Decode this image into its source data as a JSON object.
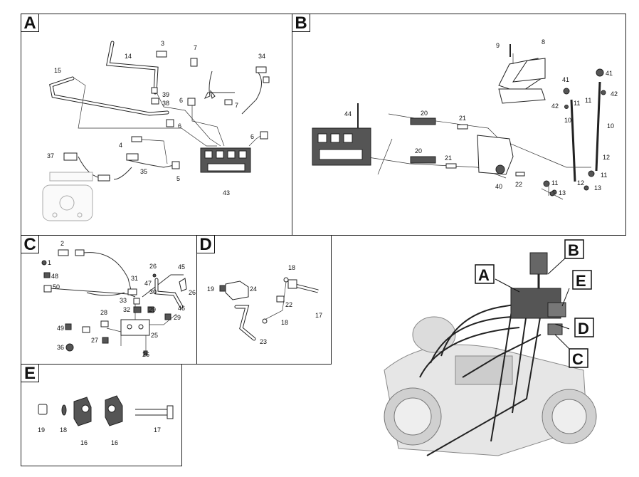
{
  "panels": {
    "A": {
      "letter": "A",
      "labels": [
        "3",
        "7",
        "34",
        "14",
        "15",
        "39",
        "38",
        "6",
        "6",
        "7",
        "6",
        "4",
        "37",
        "35",
        "5",
        "43"
      ]
    },
    "B": {
      "letter": "B",
      "labels": [
        "9",
        "8",
        "41",
        "41",
        "42",
        "11",
        "11",
        "42",
        "20",
        "21",
        "44",
        "10",
        "10",
        "20",
        "21",
        "12",
        "40",
        "22",
        "11",
        "12",
        "11",
        "13",
        "13"
      ]
    },
    "C": {
      "letter": "C",
      "labels": [
        "2",
        "1",
        "48",
        "50",
        "31",
        "26",
        "45",
        "47",
        "30",
        "26",
        "33",
        "32",
        "29",
        "46",
        "28",
        "29",
        "49",
        "25",
        "27",
        "36",
        "26"
      ]
    },
    "D": {
      "letter": "D",
      "labels": [
        "18",
        "19",
        "24",
        "22",
        "18",
        "17",
        "23"
      ]
    },
    "E": {
      "letter": "E",
      "labels": [
        "19",
        "18",
        "16",
        "16",
        "17"
      ]
    }
  },
  "overview": {
    "callouts": [
      "A",
      "B",
      "E",
      "D",
      "C"
    ]
  }
}
